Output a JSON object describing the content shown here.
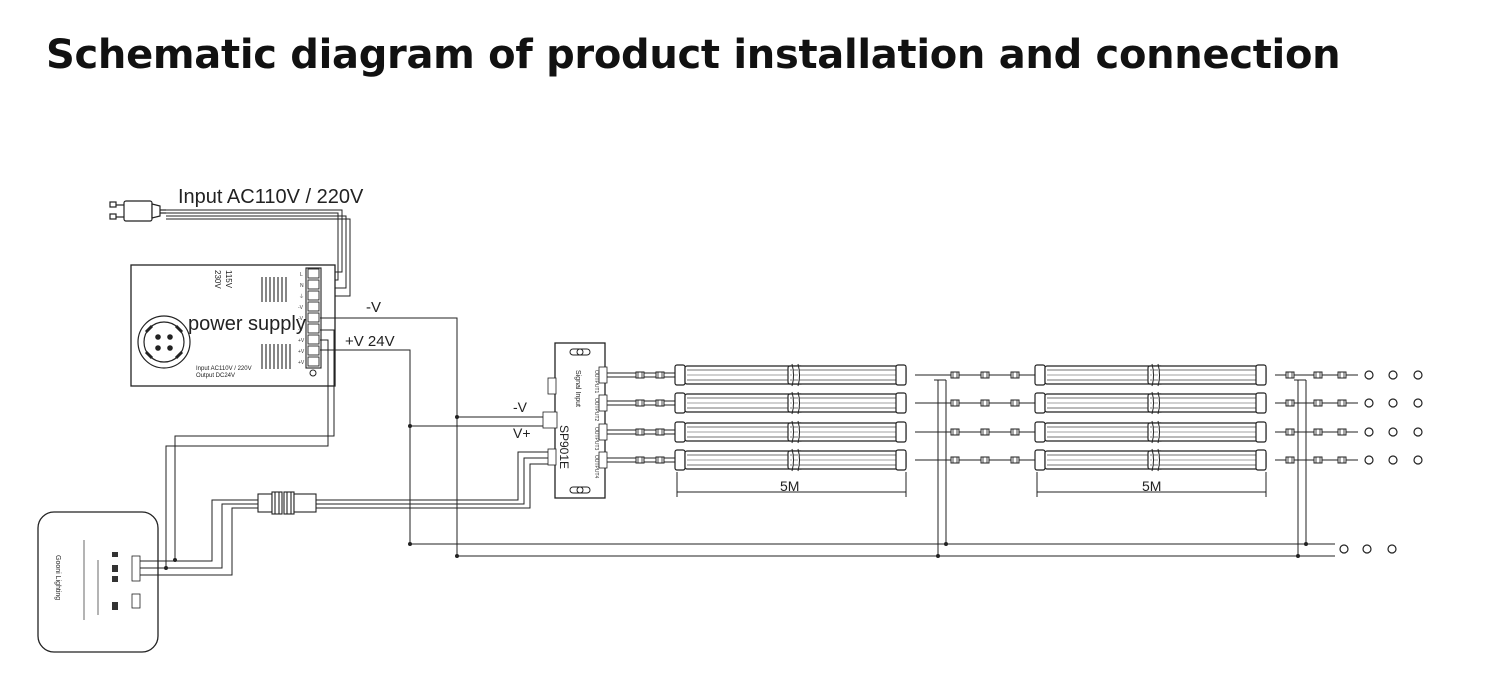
{
  "title": "Schematic diagram of product installation and connection",
  "diagram": {
    "input_label": "Input  AC110V  /  220V",
    "power_supply": {
      "name": "power  supply",
      "v115": "115V",
      "v230": "230V",
      "input_rating": "Input AC110V  /  220V",
      "output_rating": "Output DC24V",
      "terminals": [
        "L",
        "N",
        "⏚",
        "-V",
        "-V",
        "-V",
        "+V",
        "+V",
        "+V"
      ]
    },
    "neg_v_label": "-V",
    "pos_v_label": "+V 24V",
    "controller": {
      "model": "SP901E",
      "neg_in": "-V",
      "pos_in": "V+",
      "signal_in": "Signal Input",
      "outputs": [
        "OUTPUT1",
        "OUTPUT2",
        "OUTPUT3",
        "OUTPUT4"
      ]
    },
    "strip_length": "5M",
    "remote": {
      "brand": "Gooni Lighting"
    }
  }
}
